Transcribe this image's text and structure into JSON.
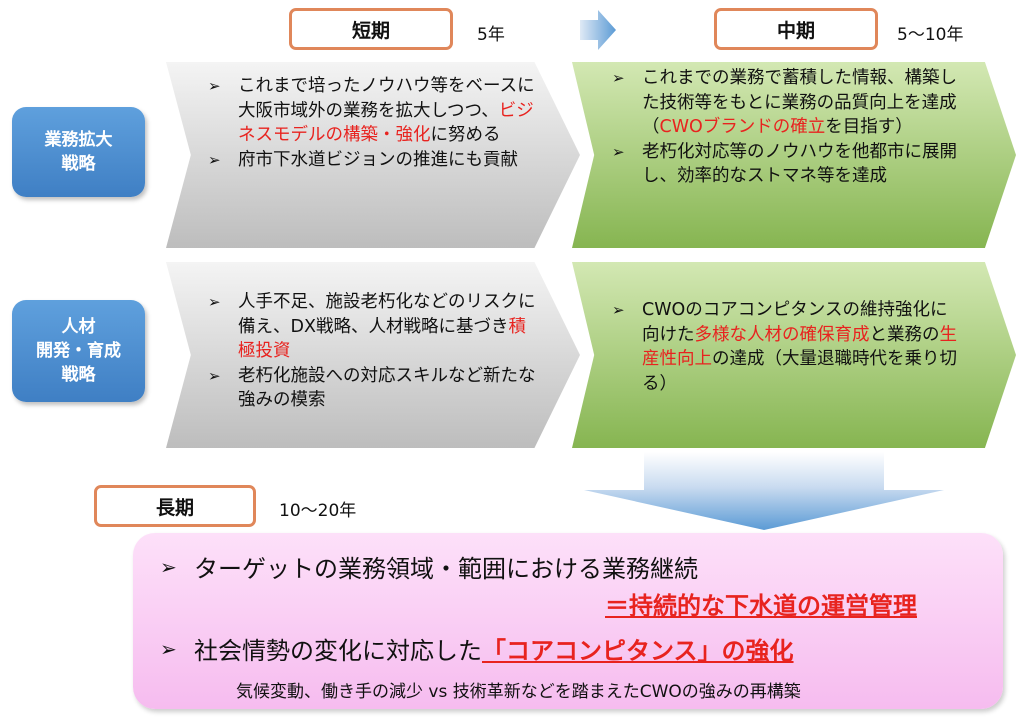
{
  "phases": {
    "short": {
      "label": "短期",
      "span": "5年"
    },
    "mid": {
      "label": "中期",
      "span": "5〜10年"
    },
    "long": {
      "label": "長期",
      "span": "10〜20年"
    }
  },
  "bullet_mark": "➢",
  "rows": [
    {
      "category": [
        "業務拡大",
        "戦略"
      ],
      "short_items": [
        {
          "parts": [
            {
              "t": "これまで培ったノウハウ等をベースに大阪市域外の業務を拡大しつつ、",
              "red": false
            },
            {
              "t": "ビジネスモデルの構築・強化",
              "red": true
            },
            {
              "t": "に努める",
              "red": false
            }
          ]
        },
        {
          "parts": [
            {
              "t": "府市下水道ビジョンの推進にも貢献",
              "red": false
            }
          ]
        }
      ],
      "mid_items": [
        {
          "parts": [
            {
              "t": "これまでの業務で蓄積した情報、構築した技術等をもとに業務の品質向上を達成（",
              "red": false
            },
            {
              "t": "CWOブランドの確立",
              "red": true
            },
            {
              "t": "を目指す）",
              "red": false
            }
          ]
        },
        {
          "parts": [
            {
              "t": "老朽化対応等のノウハウを他都市に展開し、効率的なストマネ等を達成",
              "red": false
            }
          ]
        }
      ]
    },
    {
      "category": [
        "人材",
        "開発・育成",
        "戦略"
      ],
      "short_items": [
        {
          "parts": [
            {
              "t": "人手不足、施設老朽化などのリスクに備え、DX戦略、人材戦略に基づき",
              "red": false
            },
            {
              "t": "積極投資",
              "red": true
            }
          ]
        },
        {
          "parts": [
            {
              "t": "老朽化施設への対応スキルなど新たな強みの模索",
              "red": false
            }
          ]
        }
      ],
      "mid_items": [
        {
          "parts": [
            {
              "t": "CWOのコアコンピタンスの維持強化に向けた",
              "red": false
            },
            {
              "t": "多様な人材の確保育成",
              "red": true
            },
            {
              "t": "と業務の",
              "red": false
            },
            {
              "t": "生産性向上",
              "red": true
            },
            {
              "t": "の達成（大量退職時代を乗り切る）",
              "red": false
            }
          ]
        }
      ]
    }
  ],
  "long": {
    "item1": "ターゲットの業務領域・範囲における業務継続",
    "item1_result": "＝持続的な下水道の運営管理",
    "item2_prefix": "社会情勢の変化に対応した",
    "item2_emph": "「コアコンピタンス」の強化",
    "note": "気候変動、働き手の減少 vs 技術革新などを踏まえたCWOの強みの再構築"
  },
  "colors": {
    "accent_red": "#e8231f",
    "pill_border": "#e0875a",
    "side_blue": "#4a8bd0",
    "arrow_blue": "#5b9bd5"
  }
}
